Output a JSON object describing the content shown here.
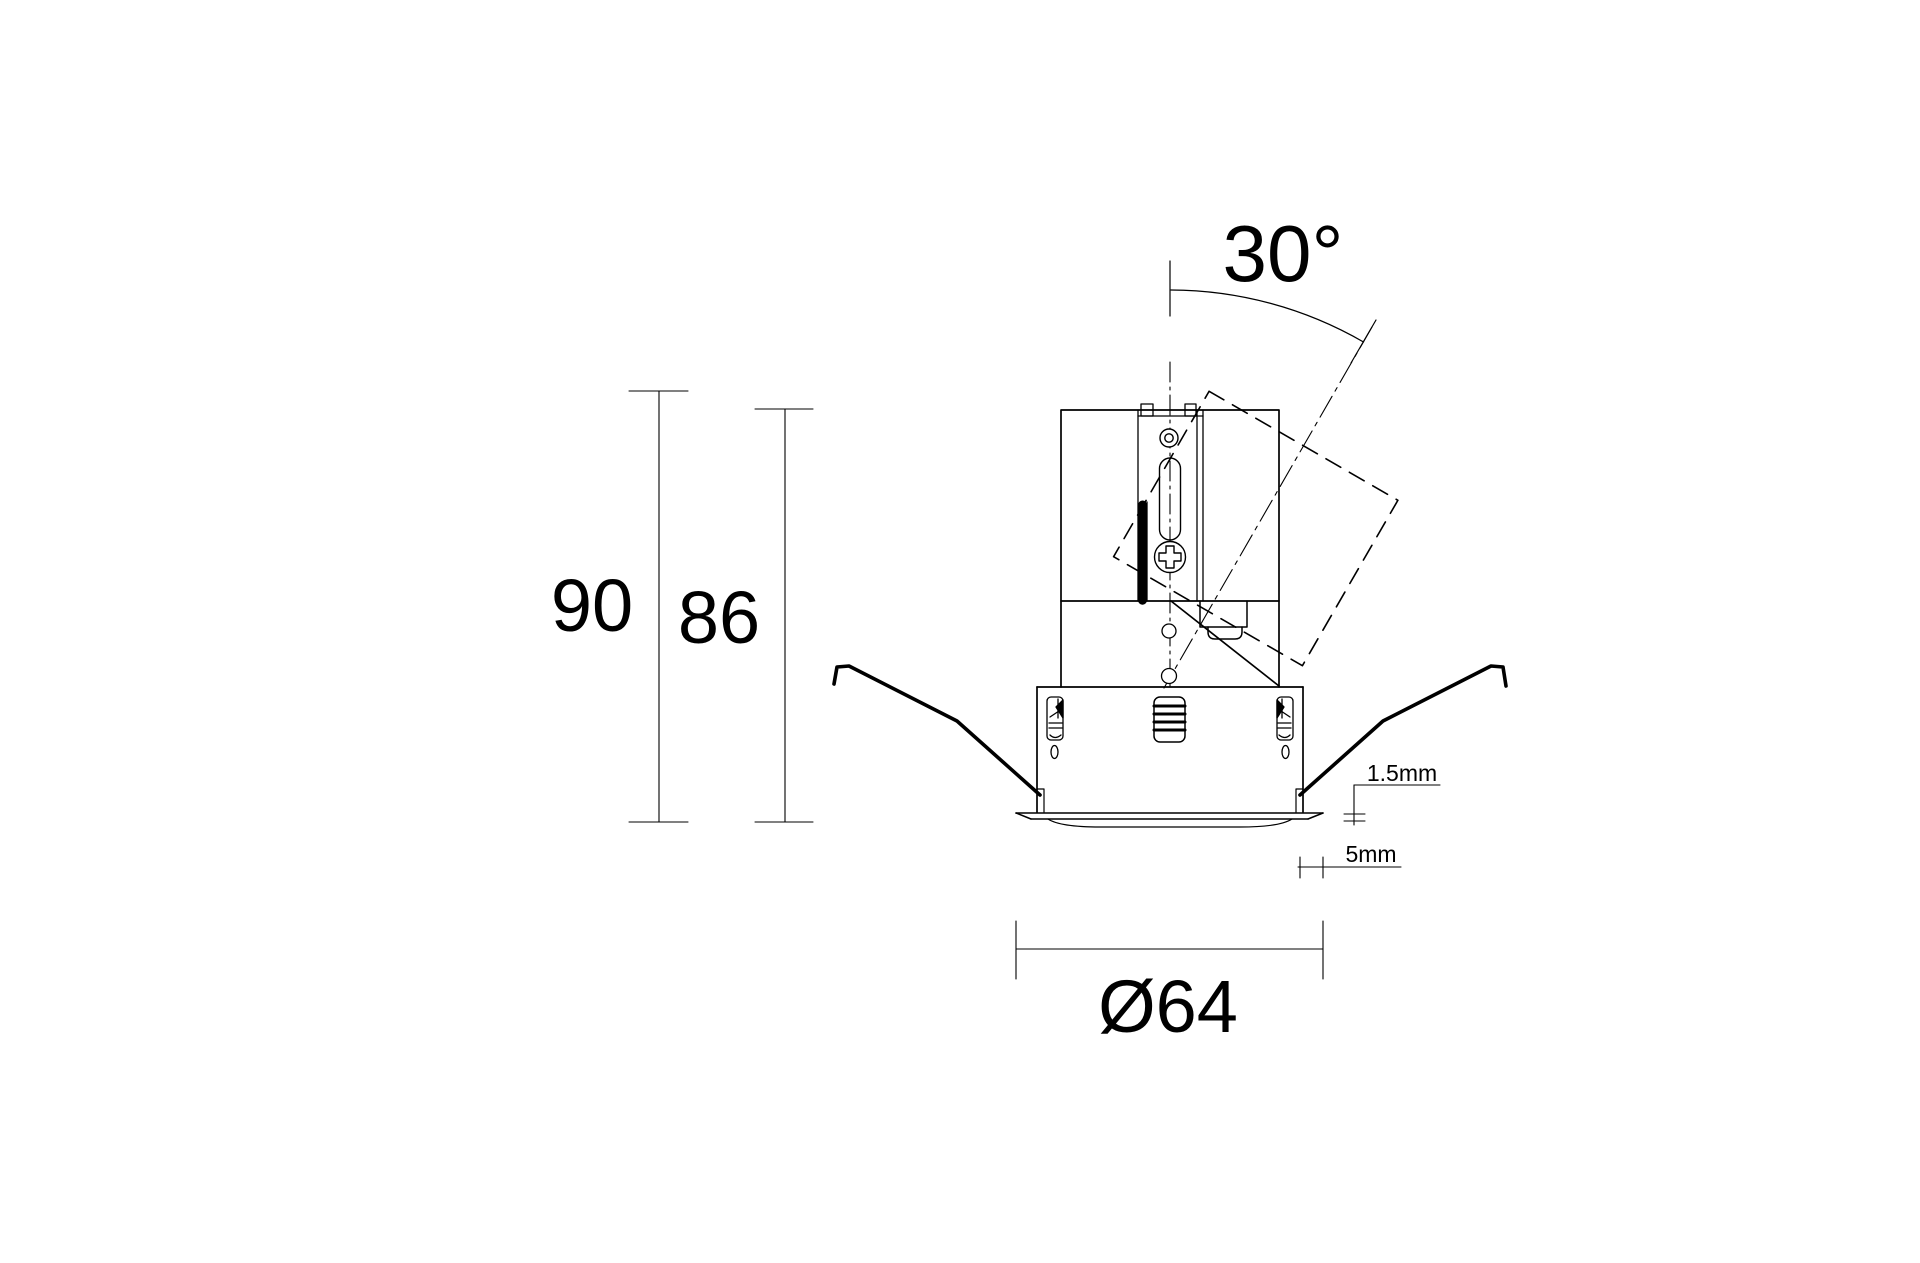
{
  "labels": {
    "height_overall": "90",
    "height_body": "86",
    "tilt_angle": "30°",
    "flange_thickness": "1.5mm",
    "flange_offset": "5mm",
    "cutout_diameter": "Ø64"
  },
  "colors": {
    "line": "#000000",
    "background": "#ffffff"
  }
}
